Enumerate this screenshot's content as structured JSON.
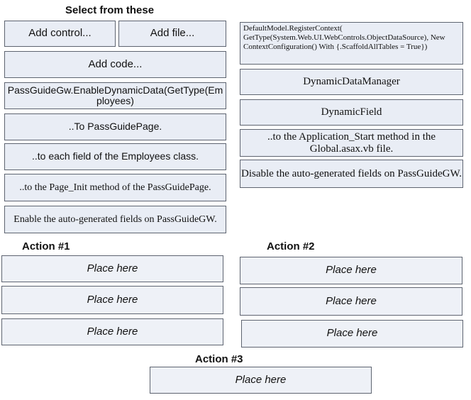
{
  "headings": {
    "select": "Select from these",
    "action1": "Action #1",
    "action2": "Action #2",
    "action3": "Action #3"
  },
  "options": {
    "add_control": "Add control...",
    "add_file": "Add file...",
    "add_code": "Add code...",
    "enable_dynamic_data": "PassGuideGw.EnableDynamicData(GetType(Employees)",
    "to_passguidepage": "..To PassGuidePage.",
    "to_each_field": "..to each field of the Employees class.",
    "to_page_init": "..to the Page_Init method of the PassGuidePage.",
    "enable_autogen": "Enable the auto-generated fields on PassGuideGW.",
    "register_context": "DefaultModel.RegisterContext( GetType(System.Web.UI.WebControls.ObjectDataSource), New ContextConfiguration() With {.ScaffoldAllTables = True})",
    "dynamic_data_manager": "DynamicDataManager",
    "dynamic_field": "DynamicField",
    "to_application_start": "..to the Application_Start method in the Global.asax.vb file.",
    "disable_autogen": "Disable the auto-generated fields on PassGuideGW."
  },
  "slots": {
    "placeholder": "Place here"
  }
}
